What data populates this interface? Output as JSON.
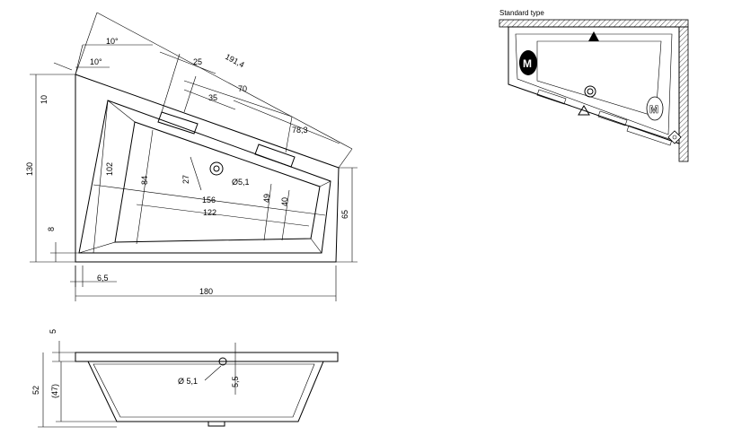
{
  "plan_dims": {
    "angle_a": "10°",
    "angle_b": "10°",
    "d25": "25",
    "d191": "191,4",
    "d35": "35",
    "d70": "70",
    "d78": "78,3",
    "d10": "10",
    "d130": "130",
    "d102": "102",
    "d84": "84",
    "d27": "27",
    "hole": "Ø5,1",
    "d156": "156",
    "d122": "122",
    "d49": "49",
    "d40": "40",
    "d65": "65",
    "d8": "8",
    "d65b": "6,5",
    "d180": "180"
  },
  "section_dims": {
    "d5": "5",
    "d52": "52",
    "d47": "(47)",
    "hole": "Ø 5,1",
    "d55": "5,5"
  },
  "standard": {
    "title": "Standard type",
    "motor_label": "M"
  }
}
